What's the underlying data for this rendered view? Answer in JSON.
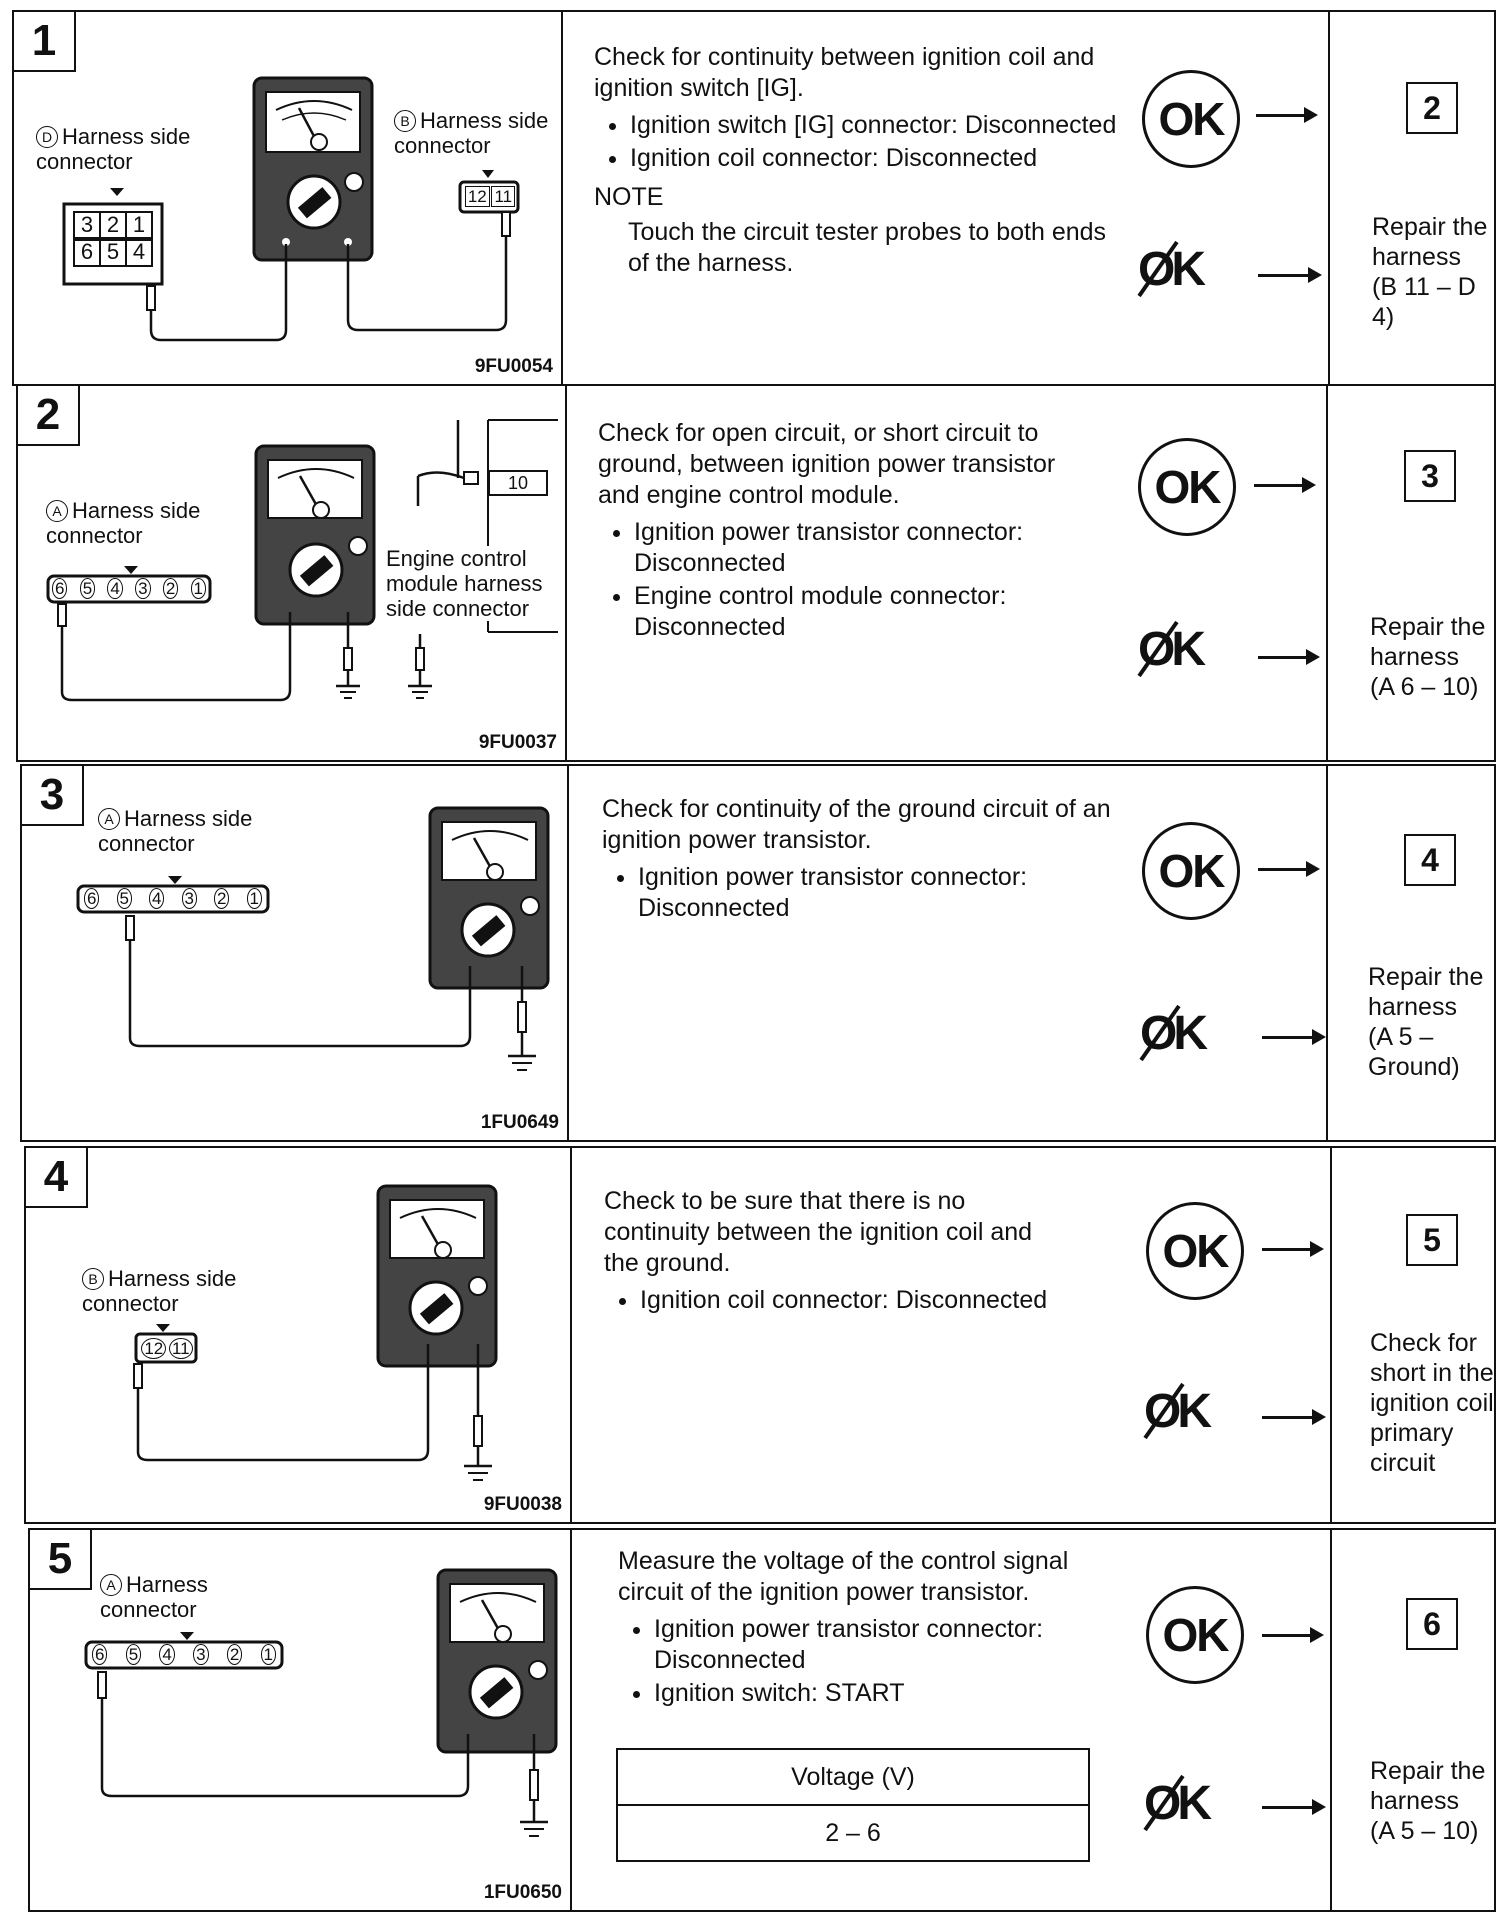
{
  "steps": [
    {
      "num": "1",
      "fig_code": "9FU0054",
      "labels": [
        {
          "circle": "D",
          "text": "Harness side connector"
        },
        {
          "circle": "B",
          "text": "Harness side connector"
        }
      ],
      "connector_pins": [
        "3",
        "2",
        "1",
        "6",
        "5",
        "4"
      ],
      "pins_b": [
        "12",
        "11"
      ],
      "description": "Check for continuity between ignition coil and ignition switch [IG].",
      "bullets": [
        "Ignition switch [IG] connector: Disconnected",
        "Ignition coil connector: Disconnected"
      ],
      "note_head": "NOTE",
      "note_body": "Touch the circuit tester probes to both ends of the harness.",
      "ok_label": "OK",
      "ng_label": "OK",
      "next": "2",
      "repair_text": "Repair the harness",
      "repair_ref": "(B 11 – D 4)"
    },
    {
      "num": "2",
      "fig_code": "9FU0037",
      "labels": [
        {
          "circle": "A",
          "text": "Harness side connector"
        },
        {
          "circle": "",
          "text": "Engine control module harness side connector"
        }
      ],
      "pins_a": [
        "6",
        "5",
        "4",
        "3",
        "2",
        "1"
      ],
      "pin_ecm": "10",
      "description": "Check for open circuit, or short circuit to ground, between ignition power transistor and engine control module.",
      "bullets": [
        "Ignition power transistor connector: Disconnected",
        "Engine control module connector: Disconnected"
      ],
      "ok_label": "OK",
      "ng_label": "OK",
      "next": "3",
      "repair_text": "Repair the harness",
      "repair_ref": "(A 6 – 10)"
    },
    {
      "num": "3",
      "fig_code": "1FU0649",
      "labels": [
        {
          "circle": "A",
          "text": "Harness side connector"
        }
      ],
      "pins_a": [
        "6",
        "5",
        "4",
        "3",
        "2",
        "1"
      ],
      "description": "Check for continuity of the ground circuit of an ignition power transistor.",
      "bullets": [
        "Ignition power transistor connector: Disconnected"
      ],
      "ok_label": "OK",
      "ng_label": "OK",
      "next": "4",
      "repair_text": "Repair the harness",
      "repair_ref": "(A 5 – Ground)"
    },
    {
      "num": "4",
      "fig_code": "9FU0038",
      "labels": [
        {
          "circle": "B",
          "text": "Harness side connector"
        }
      ],
      "pins_b": [
        "12",
        "11"
      ],
      "description": "Check to be sure that there is no continuity between the ignition coil and the ground.",
      "bullets": [
        "Ignition coil connector: Disconnected"
      ],
      "ok_label": "OK",
      "ng_label": "OK",
      "next": "5",
      "repair_text": "Check for short in the ignition coil primary circuit"
    },
    {
      "num": "5",
      "fig_code": "1FU0650",
      "labels": [
        {
          "circle": "A",
          "text": "Harness connector"
        }
      ],
      "pins_a": [
        "6",
        "5",
        "4",
        "3",
        "2",
        "1"
      ],
      "description": "Measure the voltage of the control signal circuit of the ignition power transistor.",
      "bullets": [
        "Ignition power transistor connector: Disconnected",
        "Ignition switch: START"
      ],
      "table_header": "Voltage (V)",
      "table_value": "2 – 6",
      "ok_label": "OK",
      "ng_label": "OK",
      "next": "6",
      "repair_text": "Repair the harness",
      "repair_ref": "(A 5 – 10)"
    }
  ]
}
